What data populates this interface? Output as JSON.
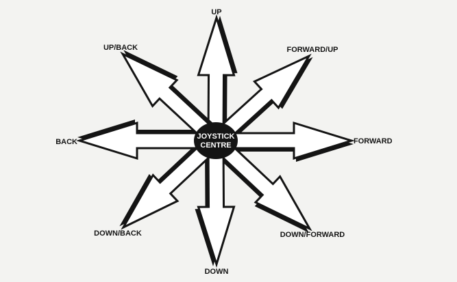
{
  "centre": {
    "line1": "JOYSTICK",
    "line2": "CENTRE"
  },
  "directions": [
    {
      "id": "up",
      "label": "UP"
    },
    {
      "id": "forward-up",
      "label": "FORWARD/UP"
    },
    {
      "id": "forward",
      "label": "FORWARD"
    },
    {
      "id": "down-forward",
      "label": "DOWN/FORWARD"
    },
    {
      "id": "down",
      "label": "DOWN"
    },
    {
      "id": "down-back",
      "label": "DOWN/BACK"
    },
    {
      "id": "back",
      "label": "BACK"
    },
    {
      "id": "up-back",
      "label": "UP/BACK"
    }
  ],
  "colors": {
    "ink": "#141414",
    "paper": "#f3f3f1",
    "arrow_fill": "#ffffff"
  }
}
